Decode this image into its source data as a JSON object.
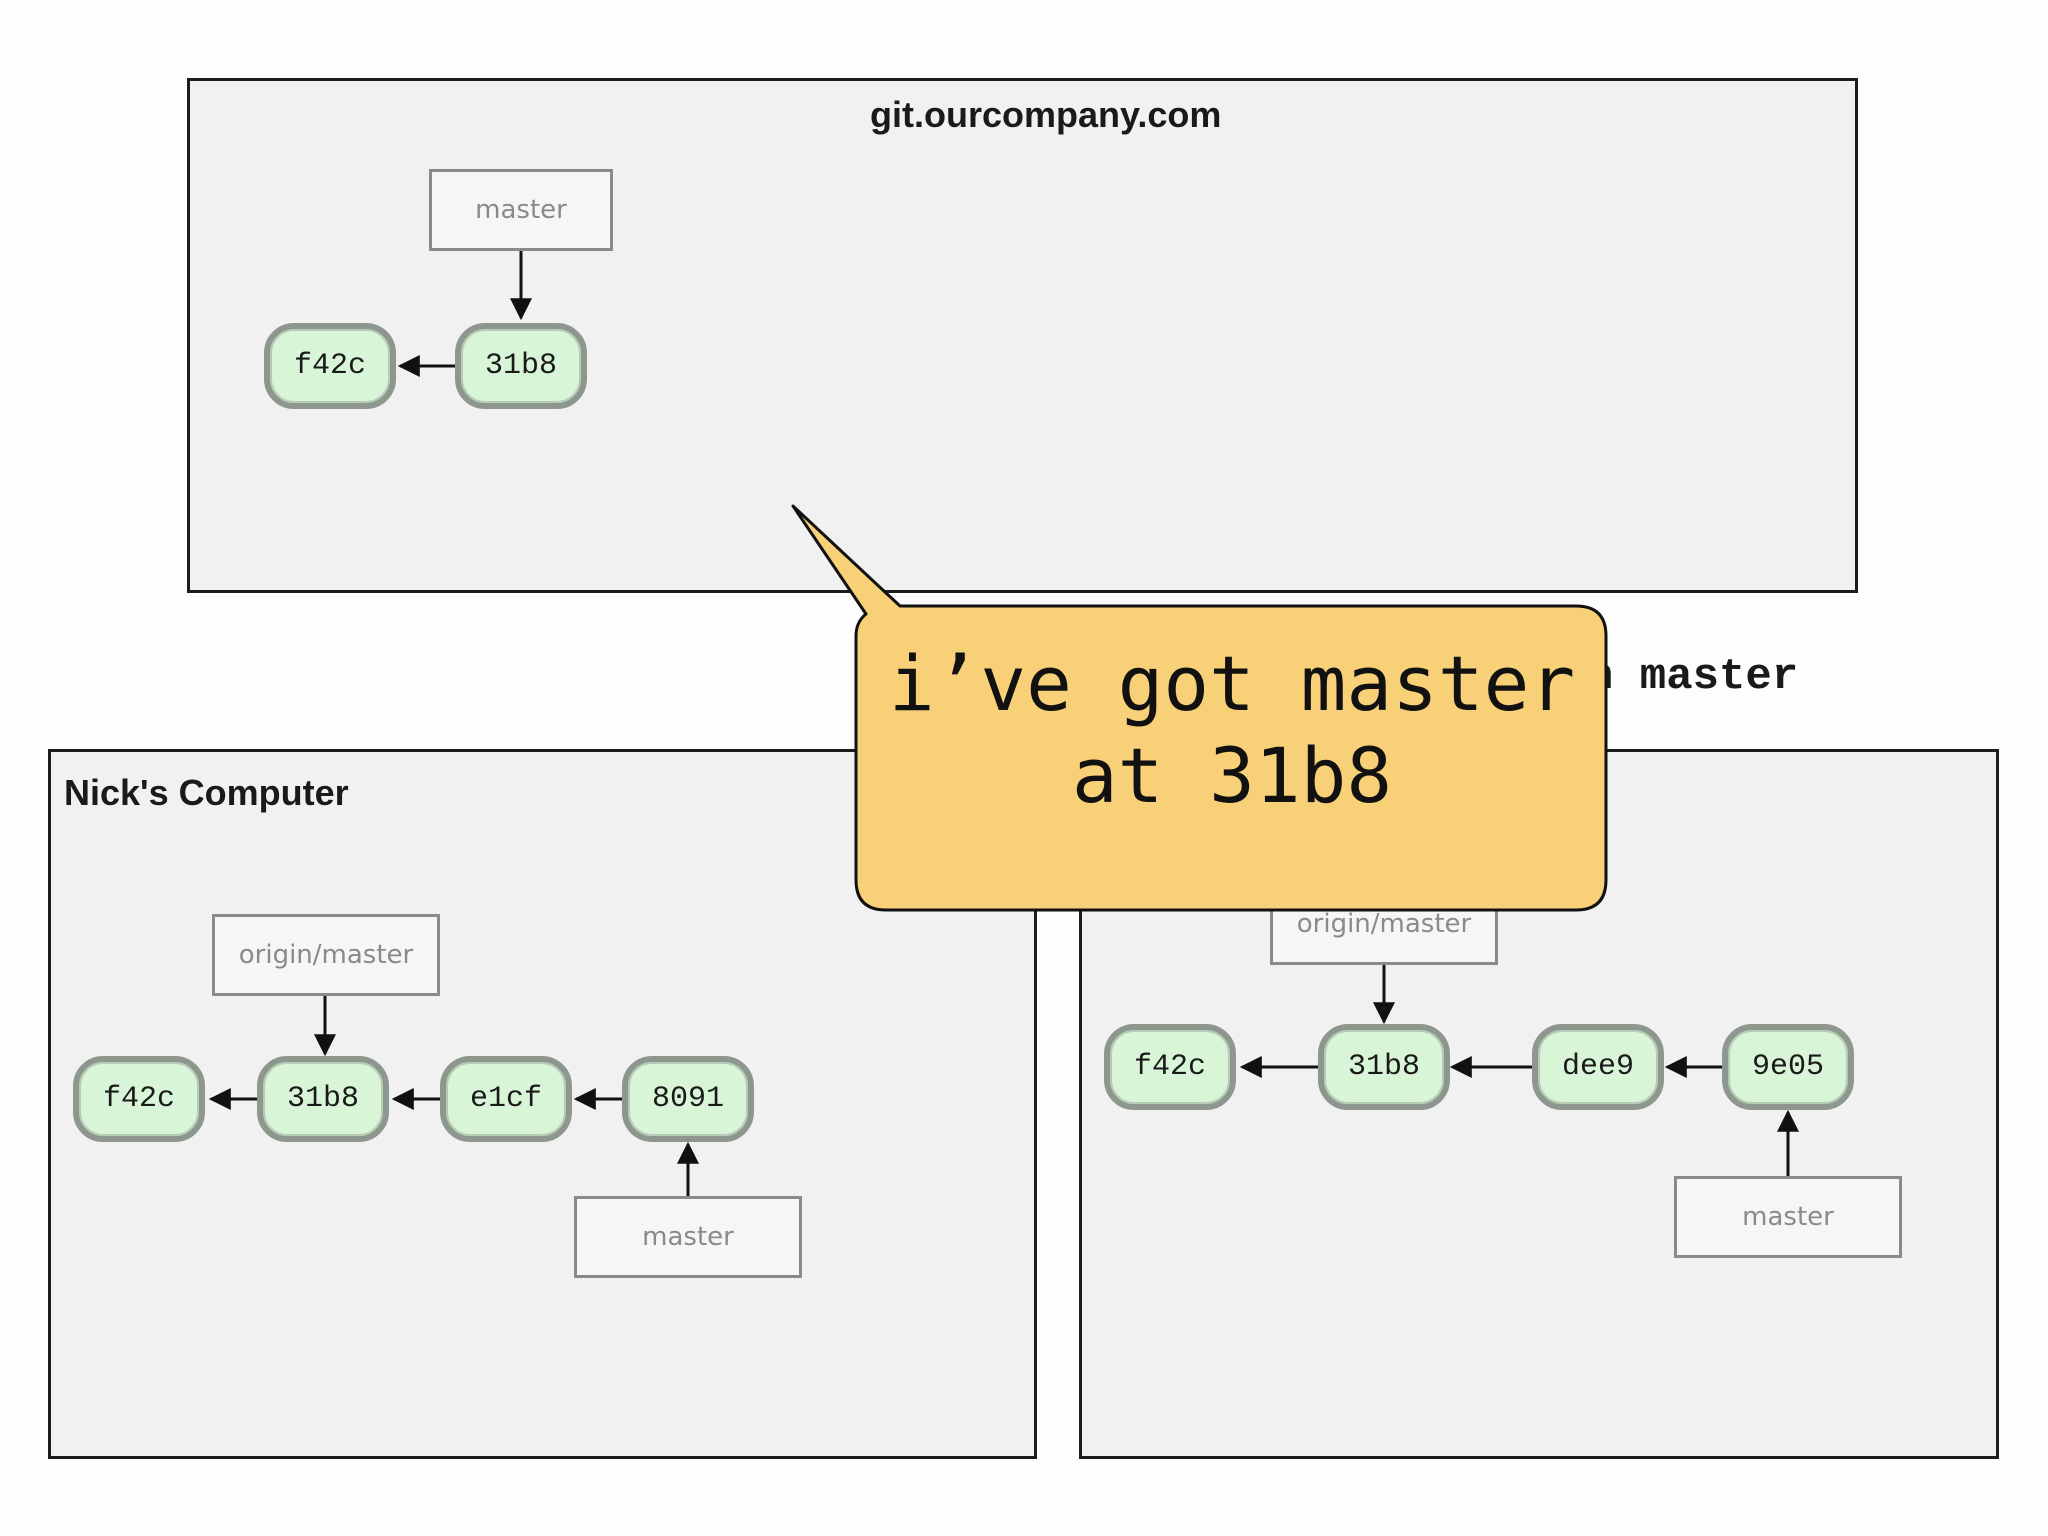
{
  "server": {
    "title": "git.ourcompany.com",
    "commits": [
      "f42c",
      "31b8"
    ],
    "refs": {
      "master": "master"
    }
  },
  "nick": {
    "title": "Nick's Computer",
    "commits": [
      "f42c",
      "31b8",
      "e1cf",
      "8091"
    ],
    "refs": {
      "origin_master": "origin/master",
      "master": "master"
    }
  },
  "other": {
    "commits": [
      "f42c",
      "31b8",
      "dee9",
      "9e05"
    ],
    "refs": {
      "origin_master": "origin/master",
      "master": "master"
    }
  },
  "command_text": "n master",
  "bubble": {
    "line1": "i’ve got master",
    "line2": "at 31b8",
    "color": "#f8d077"
  },
  "colors": {
    "commit_fill": "#d9f5d8",
    "commit_border": "#8e978e",
    "panel_fill": "#f1f1f1"
  }
}
